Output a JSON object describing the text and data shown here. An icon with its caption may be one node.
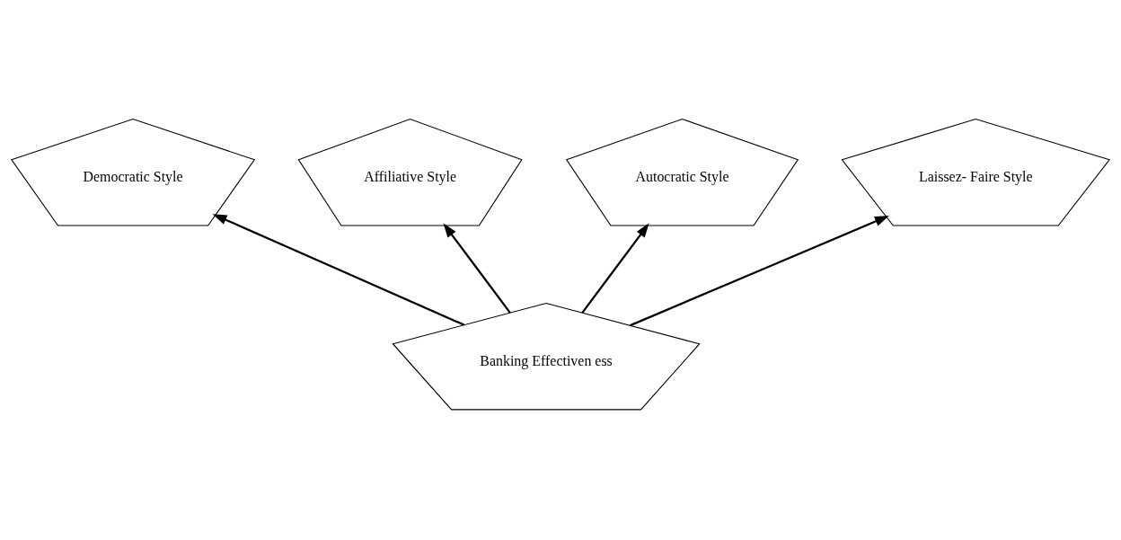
{
  "diagram": {
    "nodes": [
      {
        "text": [
          "Democratic Style"
        ]
      },
      {
        "text": [
          "Affiliative Style"
        ]
      },
      {
        "text": [
          "Autocratic Style"
        ]
      },
      {
        "text": [
          "Laissez- Faire Style"
        ]
      },
      {
        "text": [
          "Banking Effectiven ess"
        ]
      }
    ],
    "edges": [
      {
        "from": 4,
        "to": 2,
        "arrow": "to"
      },
      {
        "from": 4,
        "to": 0,
        "arrow": "to"
      },
      {
        "from": 4,
        "to": 1,
        "arrow": "to"
      },
      {
        "from": 4,
        "to": 3,
        "arrow": "to"
      }
    ]
  }
}
